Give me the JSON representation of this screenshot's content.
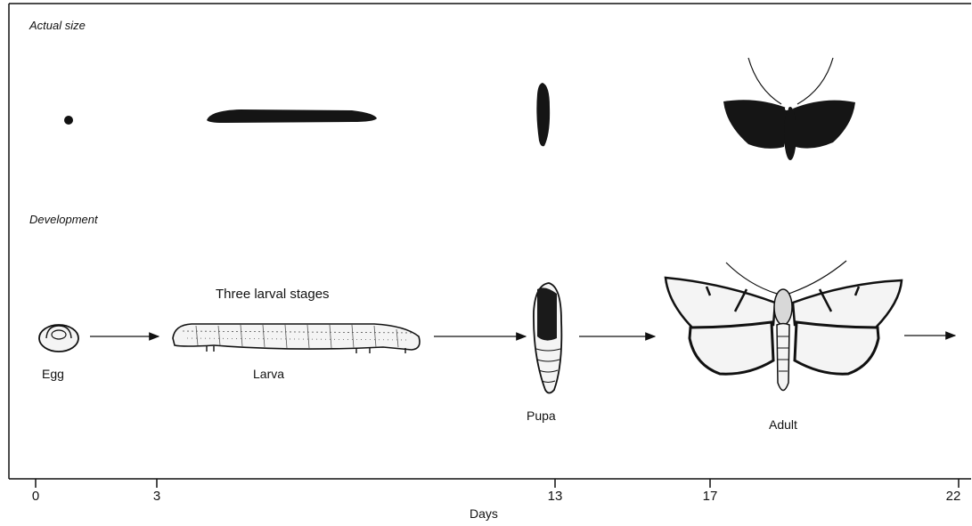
{
  "sections": {
    "actual_size": "Actual size",
    "development": "Development"
  },
  "stages": {
    "egg": "Egg",
    "larva": "Larva",
    "larval_note": "Three larval stages",
    "pupa": "Pupa",
    "adult": "Adult"
  },
  "axis": {
    "label": "Days",
    "ticks": [
      "0",
      "3",
      "13",
      "17",
      "22"
    ]
  },
  "colors": {
    "ink": "#111111",
    "fill_dark": "#1a1a1a",
    "fill_light": "#f4f4f4"
  }
}
